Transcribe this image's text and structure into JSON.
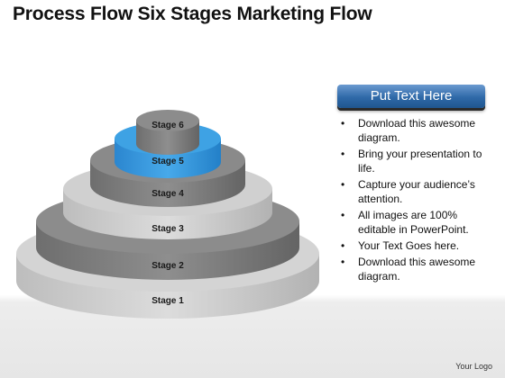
{
  "title": "Process Flow Six Stages Marketing Flow",
  "stages": [
    {
      "label": "Stage 1",
      "color": "#d2d2d2"
    },
    {
      "label": "Stage 2",
      "color": "#8a8a8a"
    },
    {
      "label": "Stage 3",
      "color": "#cfcfcf"
    },
    {
      "label": "Stage 4",
      "color": "#8a8a8a"
    },
    {
      "label": "Stage 5",
      "color": "#3a9ee0"
    },
    {
      "label": "Stage 6",
      "color": "#8a8a8a"
    }
  ],
  "panel": {
    "header": "Put Text Here",
    "header_color": "#2f69a8",
    "bullets": [
      "Download this awesome diagram.",
      "Bring your presentation to life.",
      "Capture your audience’s attention.",
      "All images are 100% editable in PowerPoint.",
      "Your Text Goes here.",
      "Download this awesome diagram."
    ]
  },
  "logo": "Your Logo"
}
